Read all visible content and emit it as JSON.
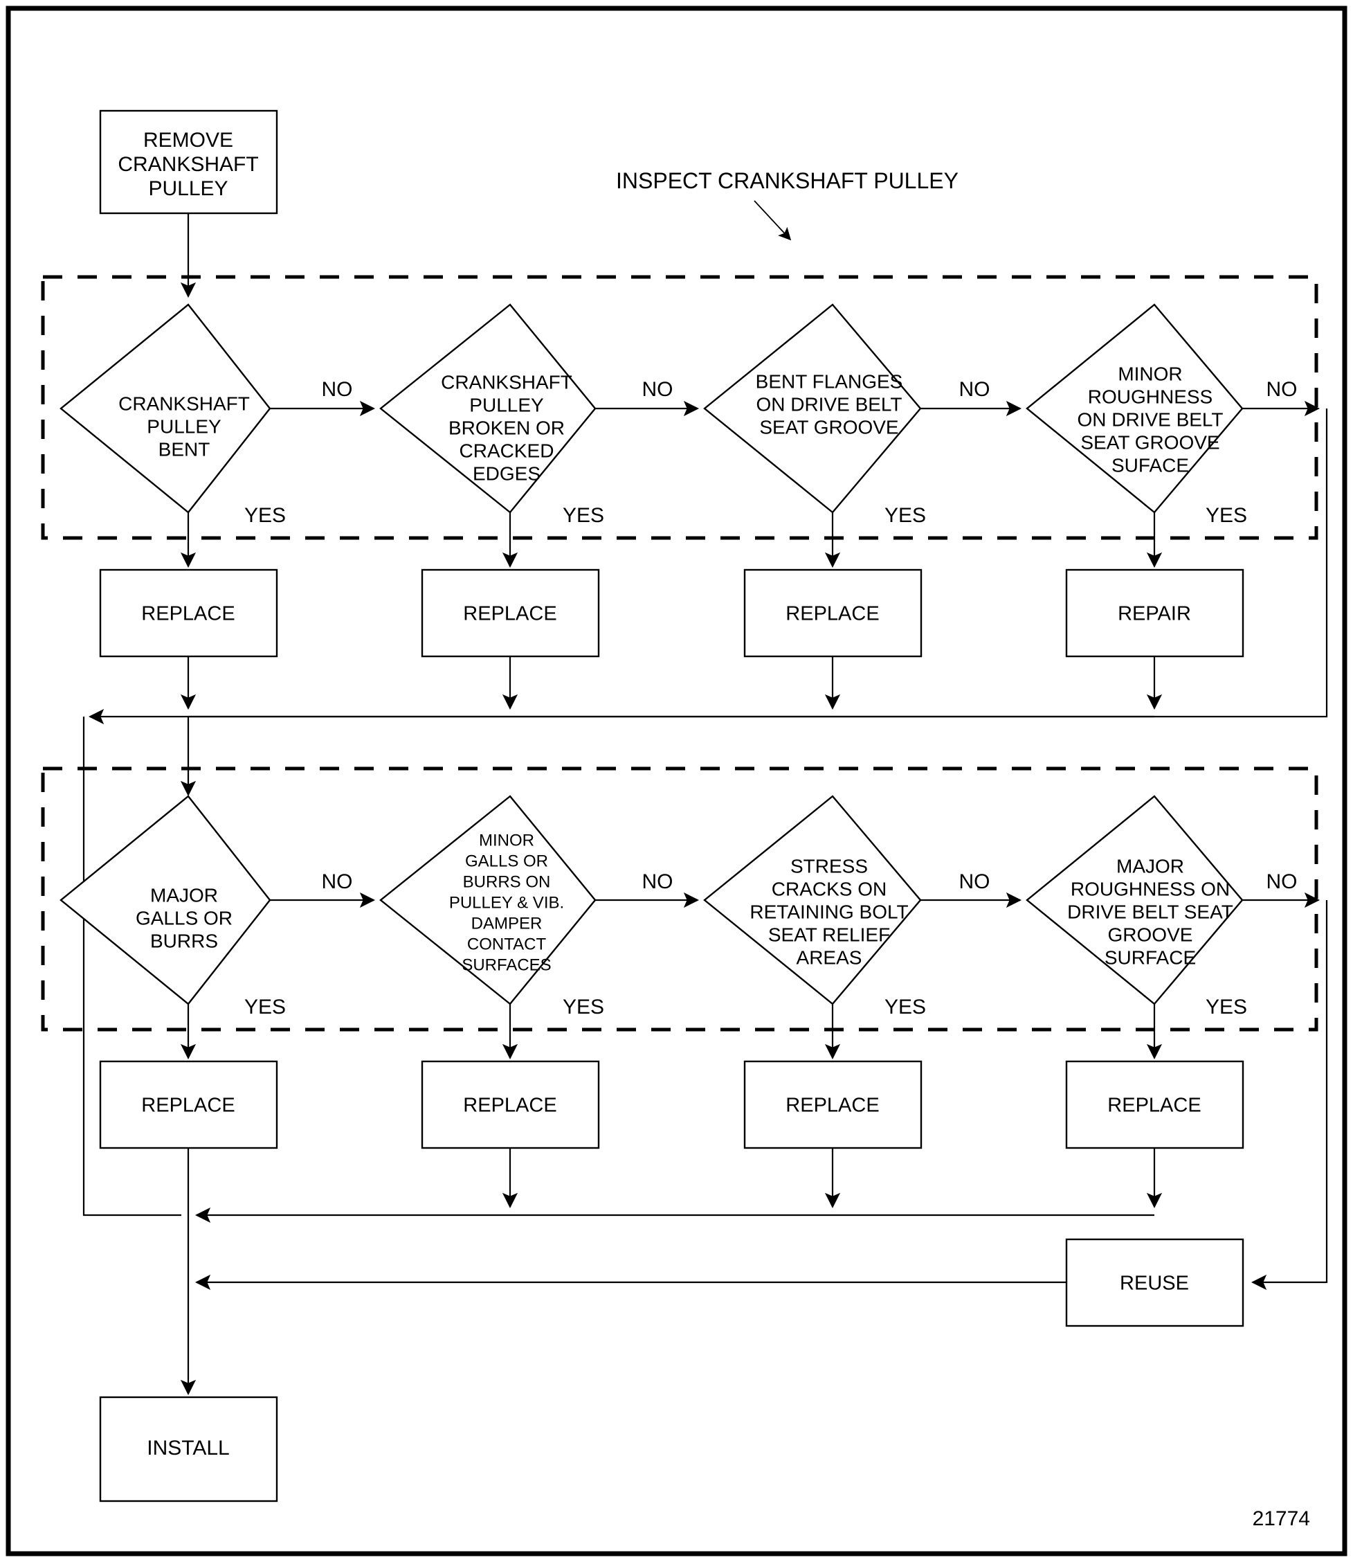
{
  "figure": {
    "number": "21774",
    "caption": "INSPECT CRANKSHAFT PULLEY"
  },
  "colors": {
    "stroke": "#000000",
    "fill": "#ffffff",
    "background": "#ffffff"
  },
  "chart_data": {
    "type": "flowchart",
    "title": "INSPECT CRANKSHAFT PULLEY",
    "figure_number": "21774",
    "start": {
      "id": "start",
      "shape": "process",
      "label": "REMOVE CRANKSHAFT PULLEY"
    },
    "end": {
      "id": "install",
      "shape": "process",
      "label": "INSTALL"
    },
    "groups": [
      {
        "id": "group-1",
        "style": "dashed",
        "label": "INSPECT CRANKSHAFT PULLEY",
        "decisions": [
          "d1",
          "d2",
          "d3",
          "d4"
        ]
      },
      {
        "id": "group-2",
        "style": "dashed",
        "label": "",
        "decisions": [
          "d5",
          "d6",
          "d7",
          "d8"
        ]
      }
    ],
    "decisions": [
      {
        "id": "d1",
        "row": 1,
        "label": "CRANKSHAFT PULLEY BENT",
        "yes": "REPLACE",
        "no": "d2",
        "yes_label": "YES",
        "no_label": "NO"
      },
      {
        "id": "d2",
        "row": 1,
        "label": "CRANKSHAFT PULLEY BROKEN OR CRACKED EDGES",
        "yes": "REPLACE",
        "no": "d3",
        "yes_label": "YES",
        "no_label": "NO"
      },
      {
        "id": "d3",
        "row": 1,
        "label": "BENT FLANGES ON DRIVE BELT SEAT GROOVE",
        "yes": "REPLACE",
        "no": "d4",
        "yes_label": "YES",
        "no_label": "NO"
      },
      {
        "id": "d4",
        "row": 1,
        "label": "MINOR ROUGHNESS ON DRIVE BELT SEAT GROOVE SUFACE",
        "yes": "REPAIR",
        "no": "d5",
        "yes_label": "YES",
        "no_label": "NO"
      },
      {
        "id": "d5",
        "row": 2,
        "label": "MAJOR GALLS OR BURRS",
        "yes": "REPLACE",
        "no": "d6",
        "yes_label": "YES",
        "no_label": "NO"
      },
      {
        "id": "d6",
        "row": 2,
        "label": "MINOR GALLS OR BURRS ON PULLEY & VIB. DAMPER CONTACT SURFACES",
        "yes": "REPLACE",
        "no": "d7",
        "yes_label": "YES",
        "no_label": "NO"
      },
      {
        "id": "d7",
        "row": 2,
        "label": "STRESS CRACKS ON RETAINING BOLT SEAT RELIEF AREAS",
        "yes": "REPLACE",
        "no": "d8",
        "yes_label": "YES",
        "no_label": "NO"
      },
      {
        "id": "d8",
        "row": 2,
        "label": "MAJOR ROUGHNESS ON DRIVE BELT SEAT GROOVE SURFACE",
        "yes": "REPLACE",
        "no": "REUSE",
        "yes_label": "YES",
        "no_label": "NO"
      }
    ],
    "actions": [
      {
        "id": "a1",
        "row": 1,
        "label": "REPLACE"
      },
      {
        "id": "a2",
        "row": 1,
        "label": "REPLACE"
      },
      {
        "id": "a3",
        "row": 1,
        "label": "REPLACE"
      },
      {
        "id": "a4",
        "row": 1,
        "label": "REPAIR"
      },
      {
        "id": "a5",
        "row": 2,
        "label": "REPLACE"
      },
      {
        "id": "a6",
        "row": 2,
        "label": "REPLACE"
      },
      {
        "id": "a7",
        "row": 2,
        "label": "REPLACE"
      },
      {
        "id": "a8",
        "row": 2,
        "label": "REPLACE"
      },
      {
        "id": "reuse",
        "row": 3,
        "label": "REUSE"
      }
    ]
  },
  "nodes": {
    "start": {
      "lines": [
        "REMOVE",
        "CRANKSHAFT",
        "PULLEY"
      ]
    },
    "d1": {
      "lines": [
        "CRANKSHAFT",
        "PULLEY",
        "BENT"
      ]
    },
    "d2": {
      "lines": [
        "CRANKSHAFT",
        "PULLEY",
        "BROKEN OR",
        "CRACKED",
        "EDGES"
      ]
    },
    "d3": {
      "lines": [
        "BENT FLANGES",
        "ON DRIVE BELT",
        "SEAT GROOVE"
      ]
    },
    "d4": {
      "lines": [
        "MINOR",
        "ROUGHNESS",
        "ON DRIVE BELT",
        "SEAT GROOVE",
        "SUFACE"
      ]
    },
    "d5": {
      "lines": [
        "MAJOR",
        "GALLS OR",
        "BURRS"
      ]
    },
    "d6": {
      "lines": [
        "MINOR",
        "GALLS OR",
        "BURRS ON",
        "PULLEY & VIB.",
        "DAMPER",
        "CONTACT",
        "SURFACES"
      ]
    },
    "d7": {
      "lines": [
        "STRESS",
        "CRACKS ON",
        "RETAINING BOLT",
        "SEAT RELIEF",
        "AREAS"
      ]
    },
    "d8": {
      "lines": [
        "MAJOR",
        "ROUGHNESS ON",
        "DRIVE BELT SEAT",
        "GROOVE",
        "SURFACE"
      ]
    },
    "a1": {
      "label": "REPLACE"
    },
    "a2": {
      "label": "REPLACE"
    },
    "a3": {
      "label": "REPLACE"
    },
    "a4": {
      "label": "REPAIR"
    },
    "a5": {
      "label": "REPLACE"
    },
    "a6": {
      "label": "REPLACE"
    },
    "a7": {
      "label": "REPLACE"
    },
    "a8": {
      "label": "REPLACE"
    },
    "reuse": {
      "label": "REUSE"
    },
    "install": {
      "label": "INSTALL"
    }
  },
  "edge_labels": {
    "no": "NO",
    "yes": "YES"
  }
}
